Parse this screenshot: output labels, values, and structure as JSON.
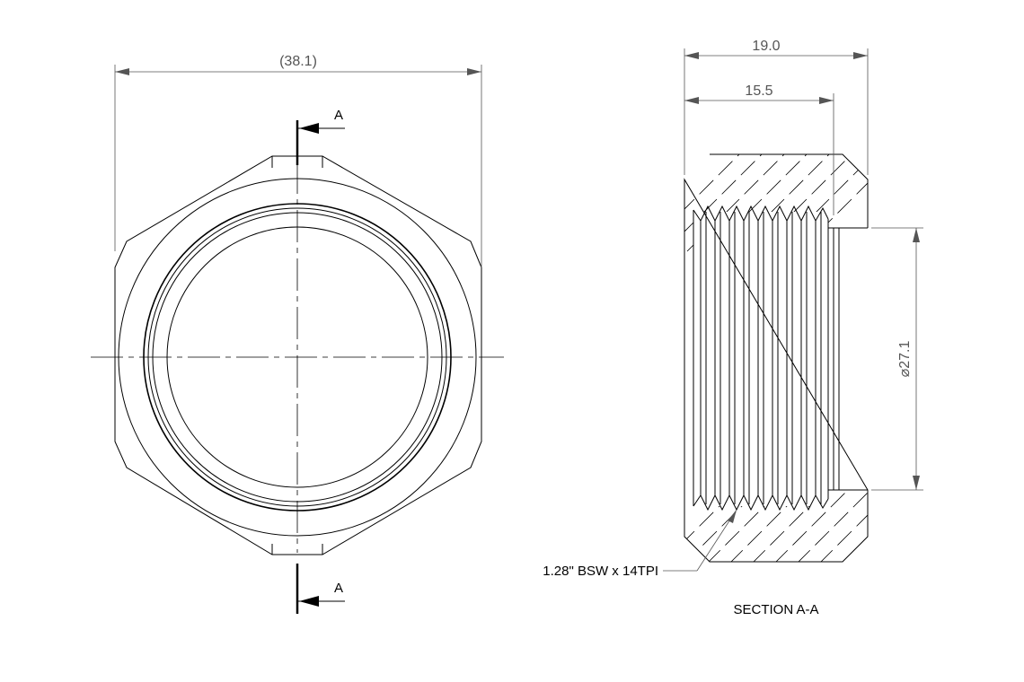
{
  "front_view": {
    "width_dim": "(38.1)",
    "section_letter_top": "A",
    "section_letter_bottom": "A"
  },
  "section_view": {
    "overall_length_dim": "19.0",
    "thread_length_dim": "15.5",
    "bore_diameter_dim": "⌀27.1",
    "thread_callout": "1.28\" BSW x 14TPI",
    "title": "SECTION A-A"
  }
}
